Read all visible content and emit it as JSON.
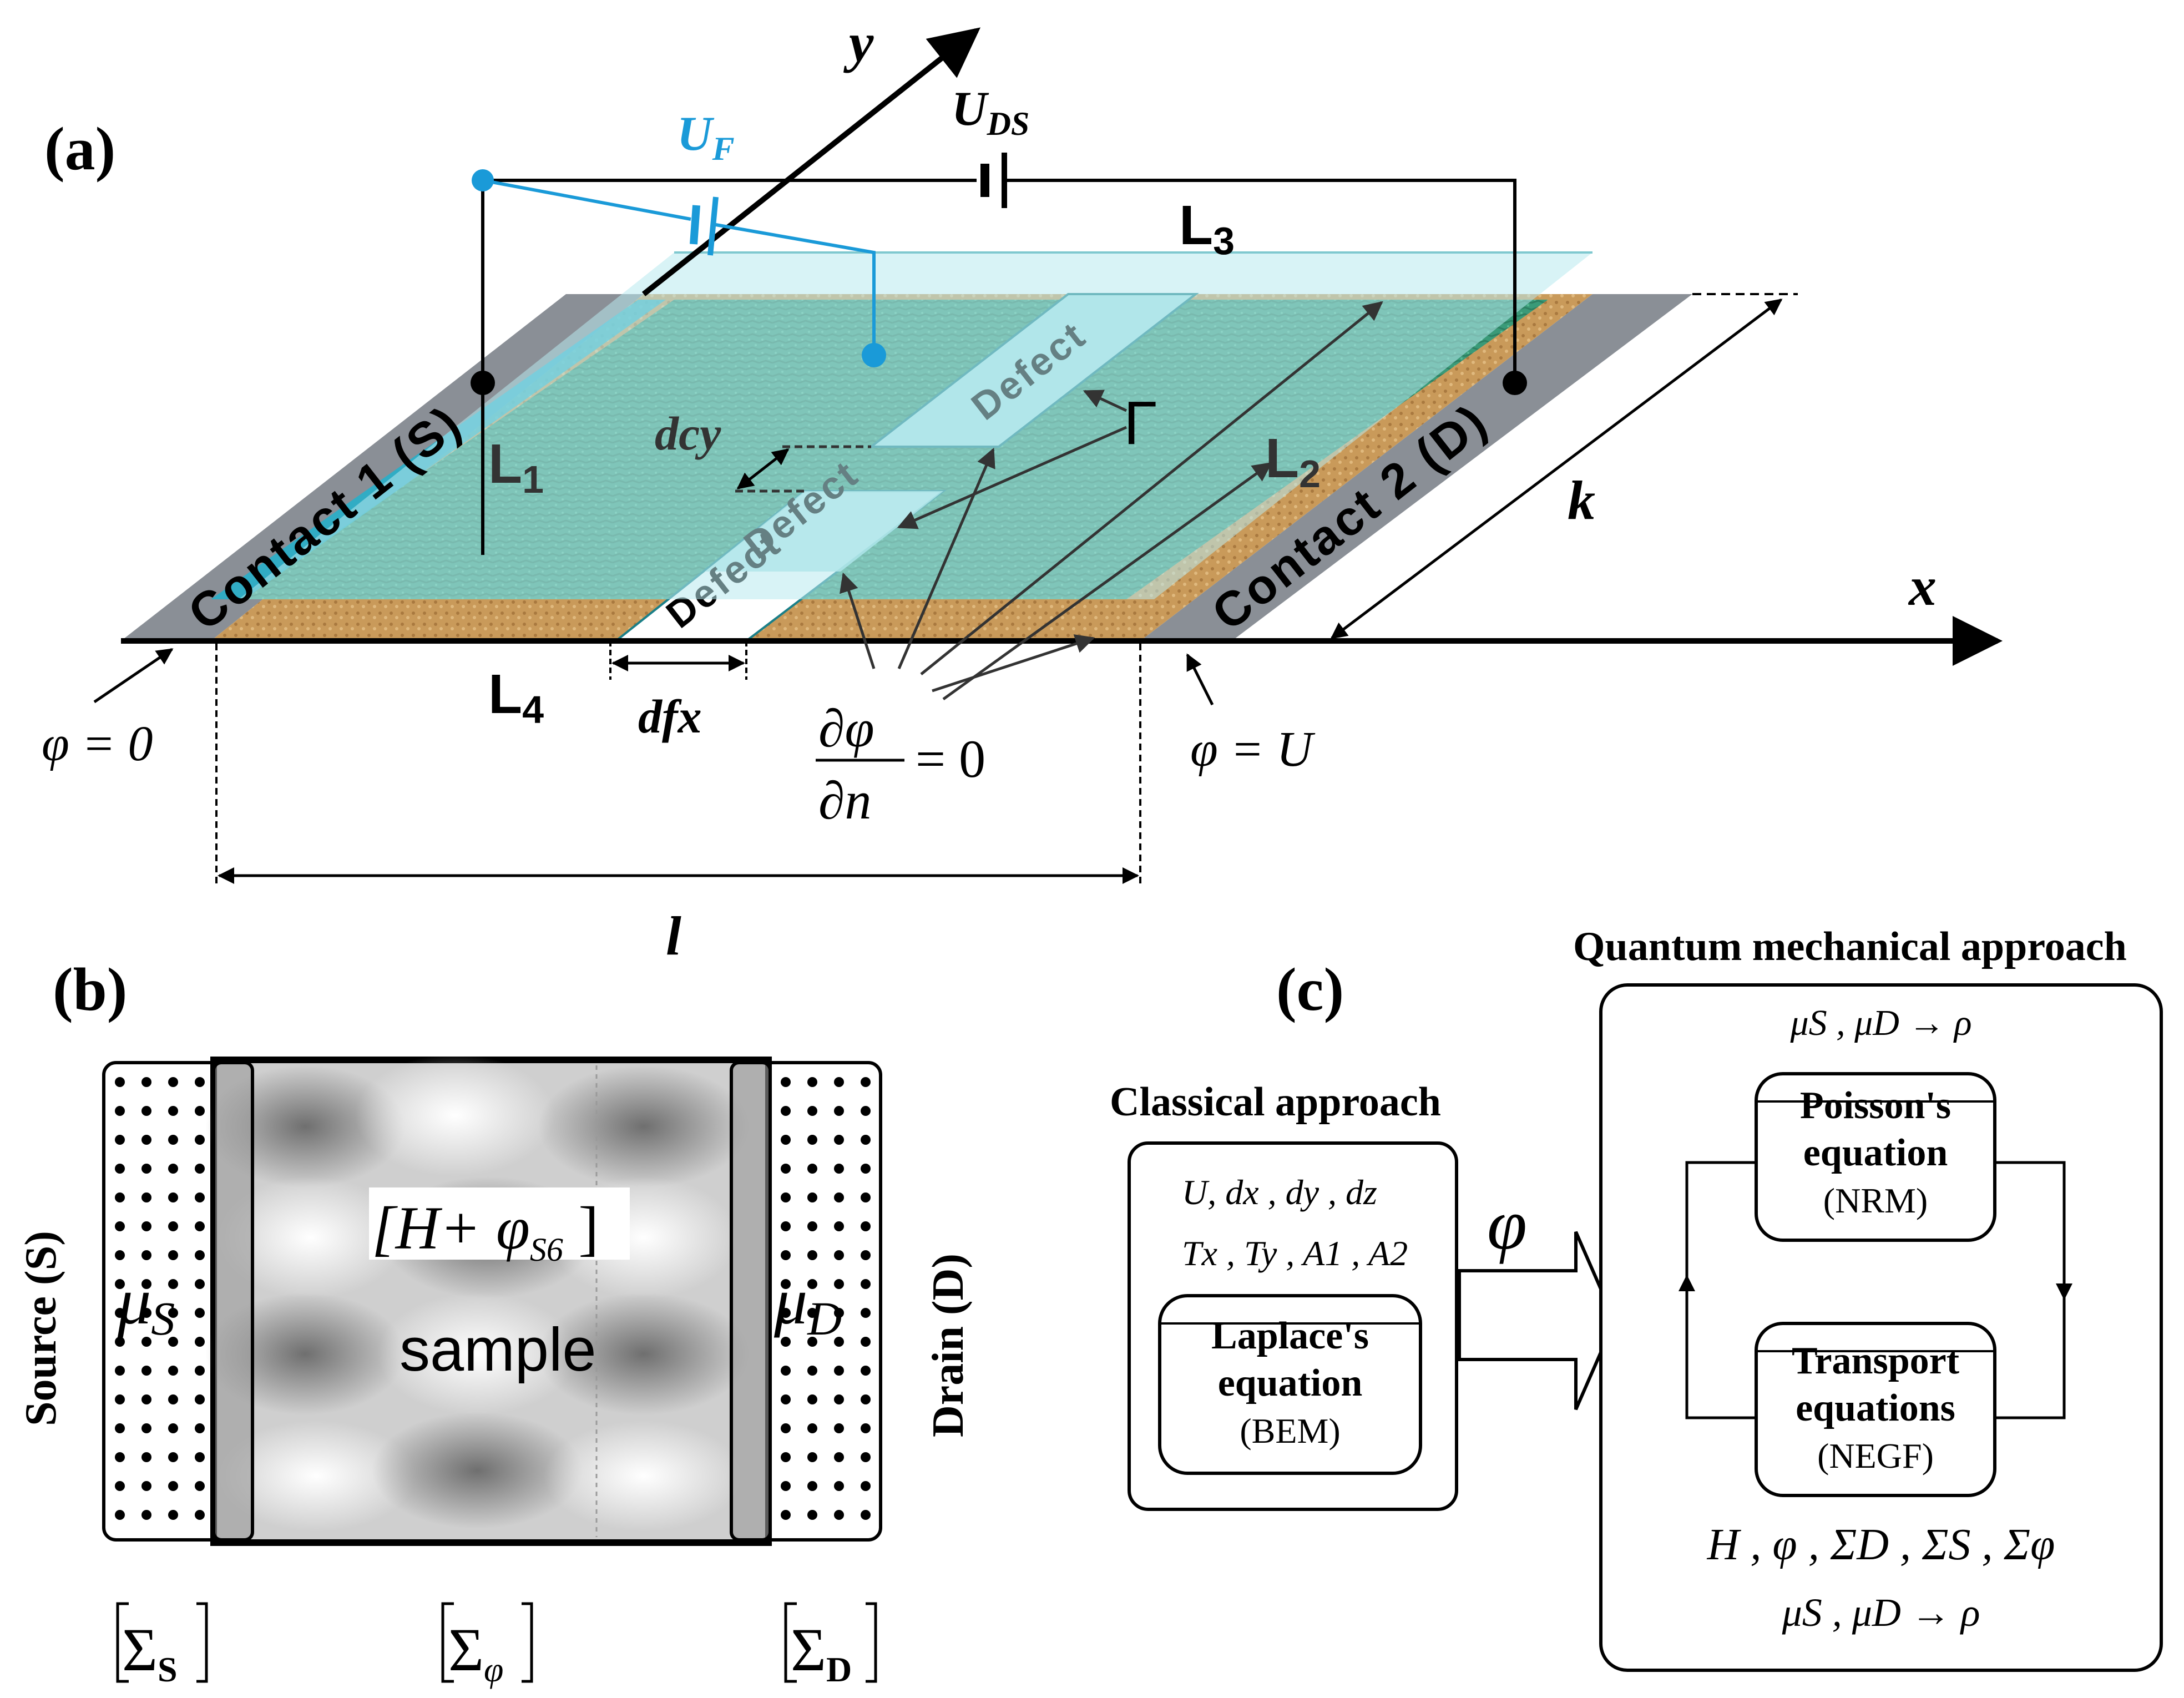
{
  "panel_a": {
    "label": "(a)",
    "axis_x": "x",
    "axis_y": "y",
    "UF_main": "U",
    "UF_sub": "F",
    "UDS_main": "U",
    "UDS_sub": "DS",
    "L1_main": "L",
    "L1_sub": "1",
    "L2_main": "L",
    "L2_sub": "2",
    "L3_main": "L",
    "L3_sub": "3",
    "L4_main": "L",
    "L4_sub": "4",
    "contact1": "Contact 1 (S)",
    "contact2": "Contact 2 (D)",
    "defect": "Defect",
    "dcy": "dcy",
    "dfx": "dfx",
    "gamma": "Γ",
    "k": "k",
    "l": "l",
    "phi0": "φ = 0",
    "phiU": "φ = U",
    "bc_num": "∂φ",
    "bc_den": "∂n",
    "bc_rhs": "= 0",
    "colors": {
      "green": "#3a9a78",
      "tan": "#c99a5a",
      "gray": "#8a8f96",
      "cyan": "#1a9ad8",
      "glass": "#a9e0e4"
    }
  },
  "panel_b": {
    "label": "(b)",
    "source": "Source (S)",
    "drain": "Drain (D)",
    "muS_main": "μ",
    "muS_sub": "S",
    "muD_main": "μ",
    "muD_sub": "D",
    "ham_open": "[H+ φ",
    "ham_sub": "S6",
    "ham_close": " ]",
    "sample": "sample",
    "sigma_S": "Σ",
    "sigma_S_sub": "S",
    "sigma_phi": "Σ",
    "sigma_phi_sub": "φ",
    "sigma_D": "Σ",
    "sigma_D_sub": "D"
  },
  "panel_c": {
    "label": "(c)",
    "classical_title": "Classical approach",
    "quantum_title": "Quantum mechanical approach",
    "params1": "U, dx , dy , dz",
    "params2": "Tx , Ty , A1 , A2",
    "laplace1": "Laplace's",
    "laplace2": "equation",
    "laplace3": "(BEM)",
    "phi": "φ",
    "poisson1": "Poisson's",
    "poisson2": "equation",
    "poisson3": "(NRM)",
    "transport1": "Transport",
    "transport2": "equations",
    "transport3": "(NEGF)",
    "top_rel": "μS , μD → ρ",
    "bottom1": "H , φ , ΣD , ΣS , Σφ",
    "bottom2": "μS , μD → ρ"
  }
}
